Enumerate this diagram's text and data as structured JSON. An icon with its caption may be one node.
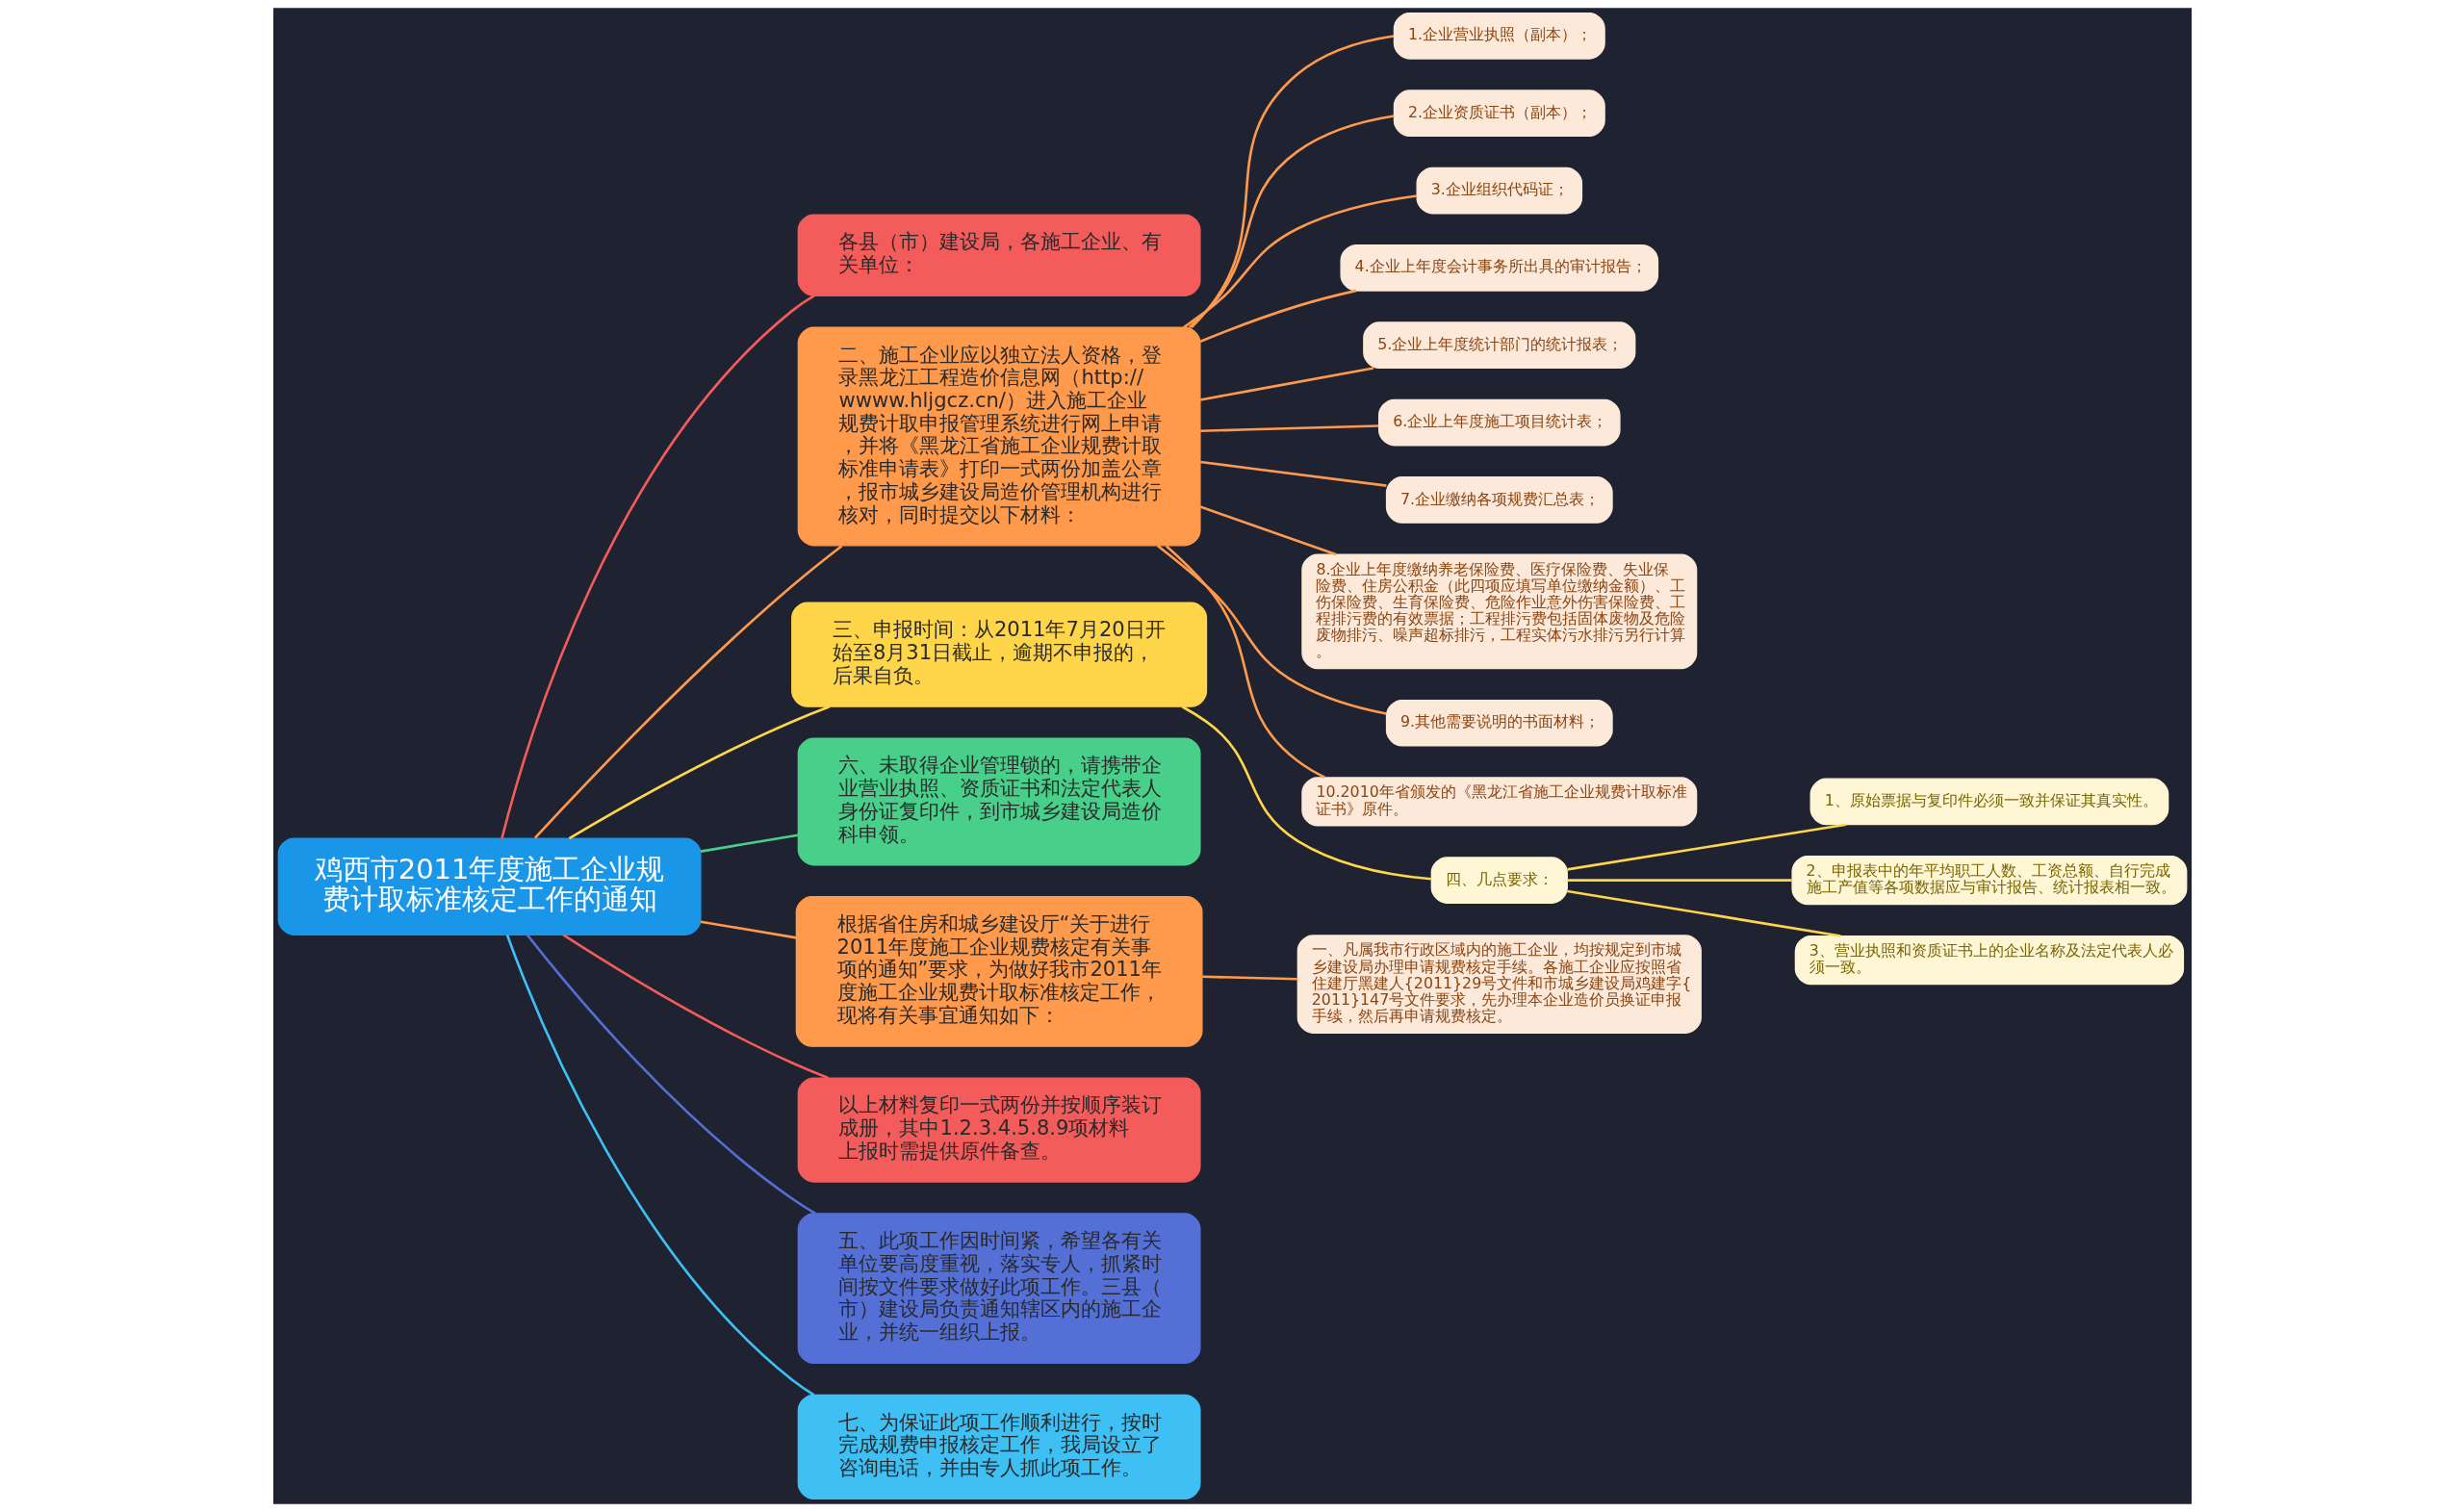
{
  "diagram": {
    "nodes": [
      {
        "text": [
          "鸡西市2011年度施工企业规费计取标准核定工作的通知"
        ]
      },
      {
        "text": [
          "各县（市）建设局，各施工企业、有关单位："
        ]
      },
      {
        "text": [
          "二、施工企业应以独立法人资格，登录黑龙江工程造价信息网（http://wwww.hljgcz.cn/）进入施工企业规费计取申报管理系统进行网上申请，并将《黑龙江省施工企业规费计取标准申请表》打印一式两份加盖公章，报市城乡建设局造价管理机构进行核对，同时提交以下材料："
        ]
      },
      {
        "text": [
          "1.企业营业执照（副本）；"
        ]
      },
      {
        "text": [
          "2.企业资质证书（副本）；"
        ]
      },
      {
        "text": [
          "3.企业组织代码证；"
        ]
      },
      {
        "text": [
          "4.企业上年度会计事务所出具的审计报告；"
        ]
      },
      {
        "text": [
          "5.企业上年度统计部门的统计报表；"
        ]
      },
      {
        "text": [
          "6.企业上年度施工项目统计表；"
        ]
      },
      {
        "text": [
          "7.企业缴纳各项规费汇总表；"
        ]
      },
      {
        "text": [
          "8.企业上年度缴纳养老保险费、医疗保险费、失业保险费、住房公积金（此四项应填写单位缴纳金额）、工伤保险费、生育保险费、危险作业意外伤害保险费、工程排污费的有效票据；工程排污费包括固体废物及危险废物排污、噪声超标排污，工程实体污水排污另行计算。"
        ]
      },
      {
        "text": [
          "9.其他需要说明的书面材料；"
        ]
      },
      {
        "text": [
          "10.2010年省颁发的《黑龙江省施工企业规费计取标准证书》原件。"
        ]
      },
      {
        "text": [
          "三、申报时间：从2011年7月20日开始至8月31日截止，逾期不申报的，后果自负。"
        ]
      },
      {
        "text": [
          "四、几点要求："
        ]
      },
      {
        "text": [
          "1、原始票据与复印件必须一致并保证其真实性。"
        ]
      },
      {
        "text": [
          "2、申报表中的年平均职工人数、工资总额、自行完成施工产值等各项数据应与审计报告、统计报表相一致。"
        ]
      },
      {
        "text": [
          "3、营业执照和资质证书上的企业名称及法定代表人必须一致。"
        ]
      },
      {
        "text": [
          "六、未取得企业管理锁的，请携带企业营业执照、资质证书和法定代表人身份证复印件，到市城乡建设局造价科申领。"
        ]
      },
      {
        "text": [
          "根据省住房和城乡建设厅“关于进行2011年度施工企业规费核定有关事项的通知”要求，为做好我市2011年度施工企业规费计取标准核定工作，现将有关事宜通知如下："
        ]
      },
      {
        "text": [
          "一、凡属我市行政区域内的施工企业，均按规定到市城乡建设局办理申请规费核定手续。各施工企业应按照省住建厅黑建人{2011}29号文件和市城乡建设局鸡建字{2011}147号文件要求，先办理本企业造价员换证申报手续，然后再申请规费核定。"
        ]
      },
      {
        "text": [
          "以上材料复印一式两份并按顺序装订成册，其中1.2.3.4.5.8.9项材料上报时需提供原件备查。"
        ]
      },
      {
        "text": [
          "五、此项工作因时间紧，希望各有关单位要高度重视，落实专人，抓紧时间按文件要求做好此项工作。三县（市）建设局负责通知辖区内的施工企业，并统一组织上报。"
        ]
      },
      {
        "text": [
          "七、为保证此项工作顺利进行，按时完成规费申报核定工作，我局设立了咨询电话，并由专人抓此项工作。"
        ]
      }
    ],
    "edges": [
      {
        "from": 0,
        "to": 1,
        "arrow": "none",
        "color": "#f45b5b"
      },
      {
        "from": 0,
        "to": 2,
        "arrow": "none"
      },
      {
        "from": 2,
        "to": 3,
        "arrow": "none"
      },
      {
        "from": 2,
        "to": 4,
        "arrow": "none"
      },
      {
        "from": 2,
        "to": 5,
        "arrow": "none"
      },
      {
        "from": 2,
        "to": 6,
        "arrow": "none"
      },
      {
        "from": 2,
        "to": 7,
        "arrow": "none"
      },
      {
        "from": 2,
        "to": 8,
        "arrow": "none"
      },
      {
        "from": 2,
        "to": 9,
        "arrow": "none"
      },
      {
        "from": 2,
        "to": 10,
        "arrow": "none"
      },
      {
        "from": 2,
        "to": 11,
        "arrow": "none"
      },
      {
        "from": 2,
        "to": 12,
        "arrow": "none"
      },
      {
        "from": 0,
        "to": 13,
        "arrow": "none",
        "color": "#ffd54a"
      },
      {
        "from": 13,
        "to": 14,
        "arrow": "none",
        "color": "#ffd54a"
      },
      {
        "from": 14,
        "to": 15,
        "arrow": "none",
        "color": "#ffd54a"
      },
      {
        "from": 14,
        "to": 16,
        "arrow": "none",
        "color": "#ffd54a"
      },
      {
        "from": 14,
        "to": 17,
        "arrow": "none",
        "color": "#ffd54a"
      },
      {
        "from": 0,
        "to": 18,
        "arrow": "none",
        "color": "#48cf8a"
      },
      {
        "from": 0,
        "to": 19,
        "arrow": "none"
      },
      {
        "from": 19,
        "to": 20,
        "arrow": "none"
      },
      {
        "from": 0,
        "to": 21,
        "arrow": "none",
        "color": "#f45b5b"
      },
      {
        "from": 0,
        "to": 22,
        "arrow": "none",
        "color": "#5470d6"
      },
      {
        "from": 0,
        "to": 23,
        "arrow": "none",
        "color": "#3ec0f5"
      }
    ]
  }
}
